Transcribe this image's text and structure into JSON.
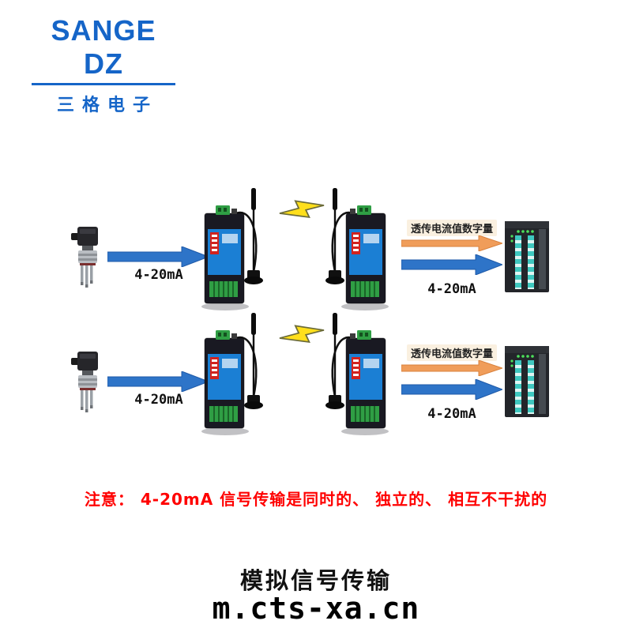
{
  "logo": {
    "title": "SANGE DZ",
    "subtitle": "三格电子"
  },
  "rows": [
    {
      "input_label": "4-20mA",
      "link_label": "透传电流值数字量",
      "output_label": "4-20mA"
    },
    {
      "input_label": "4-20mA",
      "link_label": "透传电流值数字量",
      "output_label": "4-20mA"
    }
  ],
  "note": "注意： 4-20mA 信号传输是同时的、 独立的、 相互不干扰的",
  "footer": {
    "caption": "模拟信号传输",
    "domain": "m.cts-xa.cn"
  },
  "colors": {
    "logo_blue": "#1565c8",
    "arrow_blue": "#2e74c8",
    "arrow_orange": "#f09d5a",
    "note_red": "#ff0000",
    "device_panel_blue": "#1b7fd4",
    "terminal_green": "#2f9e44",
    "dip_red": "#d1231f",
    "plc_stripe_teal": "#3fc8c0",
    "lightning_yellow": "#ffdf1b"
  }
}
